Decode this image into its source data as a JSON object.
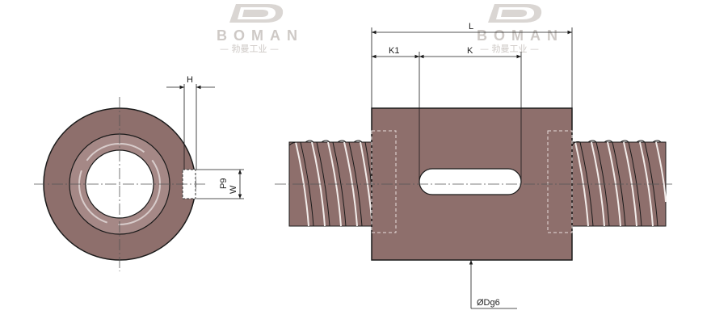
{
  "watermark": {
    "brand": "BOMAN",
    "subtitle": "— 勃曼工业 —"
  },
  "dimensions": {
    "H": "H",
    "P9": "P9",
    "W": "W",
    "L": "L",
    "K1": "K1",
    "K": "K",
    "Dg6": "ØDg6"
  },
  "colors": {
    "body_fill": "#8e6f6c",
    "thread_fill": "#8e6f6c",
    "outline": "#1a1a1a",
    "centerline": "#555555",
    "watermark": "#c9c4c0"
  }
}
